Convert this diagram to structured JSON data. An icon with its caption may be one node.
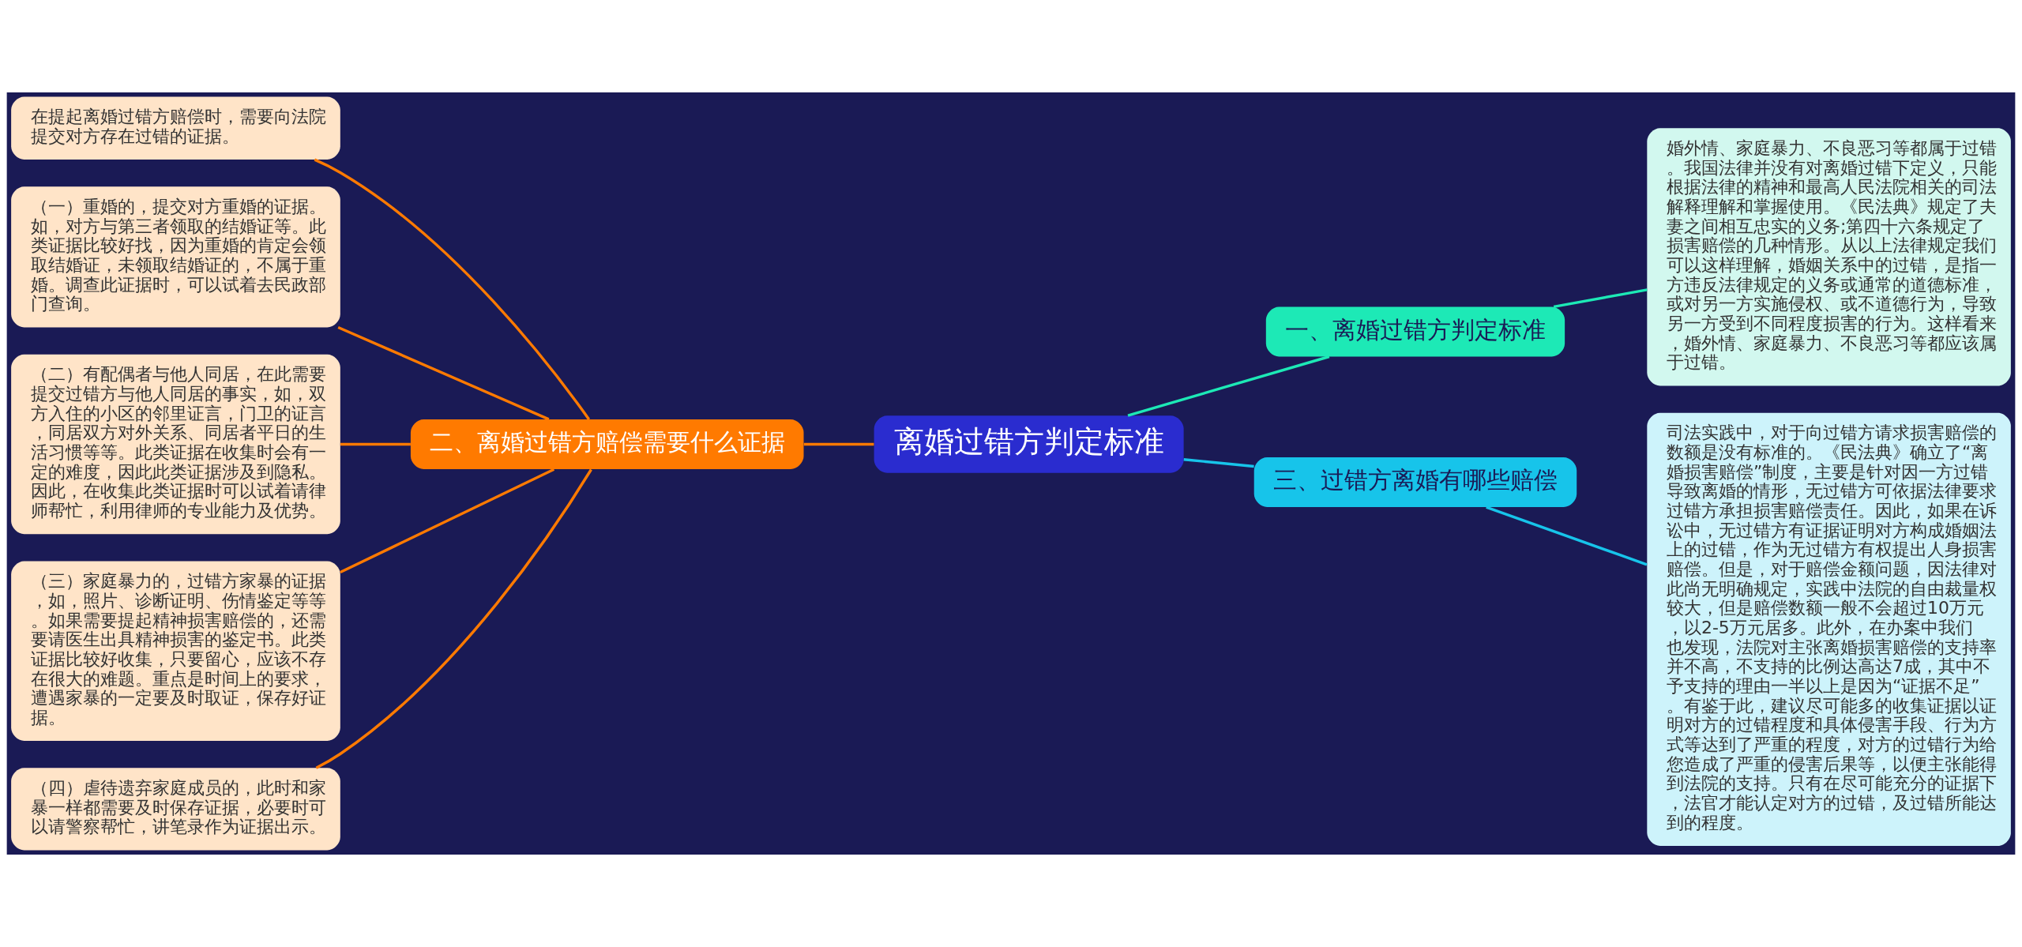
{
  "diagram": {
    "nodes": [
      {
        "text": [
          "离婚过错方判定标准"
        ]
      },
      {
        "text": [
          "一、离婚过错方判定标准"
        ]
      },
      {
        "text": [
          "婚外情、家庭暴力、不良恶习等都属于过错。我国法律并没有对离婚过错下定义，只能根据法律的精神和最高人民法院相关的司法解释理解和掌握使用。《民法典》规定了夫妻之间相互忠实的义务;第四十六条规定了损害赔偿的几种情形。从以上法律规定我们可以这样理解，婚姻关系中的过错，是指一方违反法律规定的义务或通常的道德标准，或对另一方实施侵权、或不道德行为，导致另一方受到不同程度损害的行为。这样看来，婚外情、家庭暴力、不良恶习等都应该属于过错。"
        ]
      },
      {
        "text": [
          "三、过错方离婚有哪些赔偿"
        ]
      },
      {
        "text": [
          "司法实践中，对于向过错方请求损害赔偿的数额是没有标准的。《民法典》确立了“离婚损害赔偿”制度，主要是针对因一方过错导致离婚的情形，无过错方可依据法律要求过错方承担损害赔偿责任。因此，如果在诉讼中，无过错方有证据证明对方构成婚姻法上的过错，作为无过错方有权提出人身损害赔偿。但是，对于赔偿金额问题，因法律对此尚无明确规定，实践中法院的自由裁量权较大，但是赔偿数额一般不会超过10万元，以2-5万元居多。此外，在办案中我们也发现，法院对主张离婚损害赔偿的支持率并不高，不支持的比例达高达7成，其中不予支持的理由一半以上是因为“证据不足”。有鉴于此，建议尽可能多的收集证据以证明对方的过错程度和具体侵害手段、行为方式等达到了严重的程度，对方的过错行为给您造成了严重的侵害后果等，以便主张能得到法院的支持。只有在尽可能充分的证据下，法官才能认定对方的过错，及过错所能达到的程度。"
        ]
      },
      {
        "text": [
          "二、离婚过错方赔偿需要什么证据"
        ]
      },
      {
        "text": [
          "在提起离婚过错方赔偿时，需要向法院提交对方存在过错的证据。"
        ]
      },
      {
        "text": [
          "（一）重婚的，提交对方重婚的证据。如，对方与第三者领取的结婚证等。此类证据比较好找，因为重婚的肯定会领取结婚证，未领取结婚证的，不属于重婚。调查此证据时，可以试着去民政部门查询。"
        ]
      },
      {
        "text": [
          "（二）有配偶者与他人同居，在此需要提交过错方与他人同居的事实，如，双方入住的小区的邻里证言，门卫的证言，同居双方对外关系、同居者平日的生活习惯等等。此类证据在收集时会有一定的难度，因此此类证据涉及到隐私。因此，在收集此类证据时可以试着请律师帮忙，利用律师的专业能力及优势。"
        ]
      },
      {
        "text": [
          "（三）家庭暴力的，过错方家暴的证据，如，照片、诊断证明、伤情鉴定等等。如果需要提起精神损害赔偿的，还需要请医生出具精神损害的鉴定书。此类证据比较好收集，只要留心，应该不存在很大的难题。重点是时间上的要求，遭遇家暴的一定要及时取证，保存好证据。"
        ]
      },
      {
        "text": [
          "（四）虐待遗弃家庭成员的，此时和家暴一样都需要及时保存证据，必要时可以请警察帮忙，讲笔录作为证据出示。"
        ]
      }
    ],
    "edges": [
      {
        "from": 0,
        "to": 1,
        "arrow": "none",
        "color": "#1de9b6"
      },
      {
        "from": 1,
        "to": 2,
        "arrow": "none",
        "color": "#1de9b6"
      },
      {
        "from": 0,
        "to": 3,
        "arrow": "none",
        "color": "#17c4ea"
      },
      {
        "from": 3,
        "to": 4,
        "arrow": "none",
        "color": "#17c4ea"
      },
      {
        "from": 0,
        "to": 5,
        "arrow": "none",
        "color": "#ff7a00"
      },
      {
        "from": 5,
        "to": 6,
        "arrow": "none",
        "color": "#ff7a00"
      },
      {
        "from": 5,
        "to": 7,
        "arrow": "none",
        "color": "#ff7a00"
      },
      {
        "from": 5,
        "to": 8,
        "arrow": "none",
        "color": "#ff7a00"
      },
      {
        "from": 5,
        "to": 9,
        "arrow": "none",
        "color": "#ff7a00"
      },
      {
        "from": 5,
        "to": 10,
        "arrow": "none",
        "color": "#ff7a00"
      }
    ]
  }
}
